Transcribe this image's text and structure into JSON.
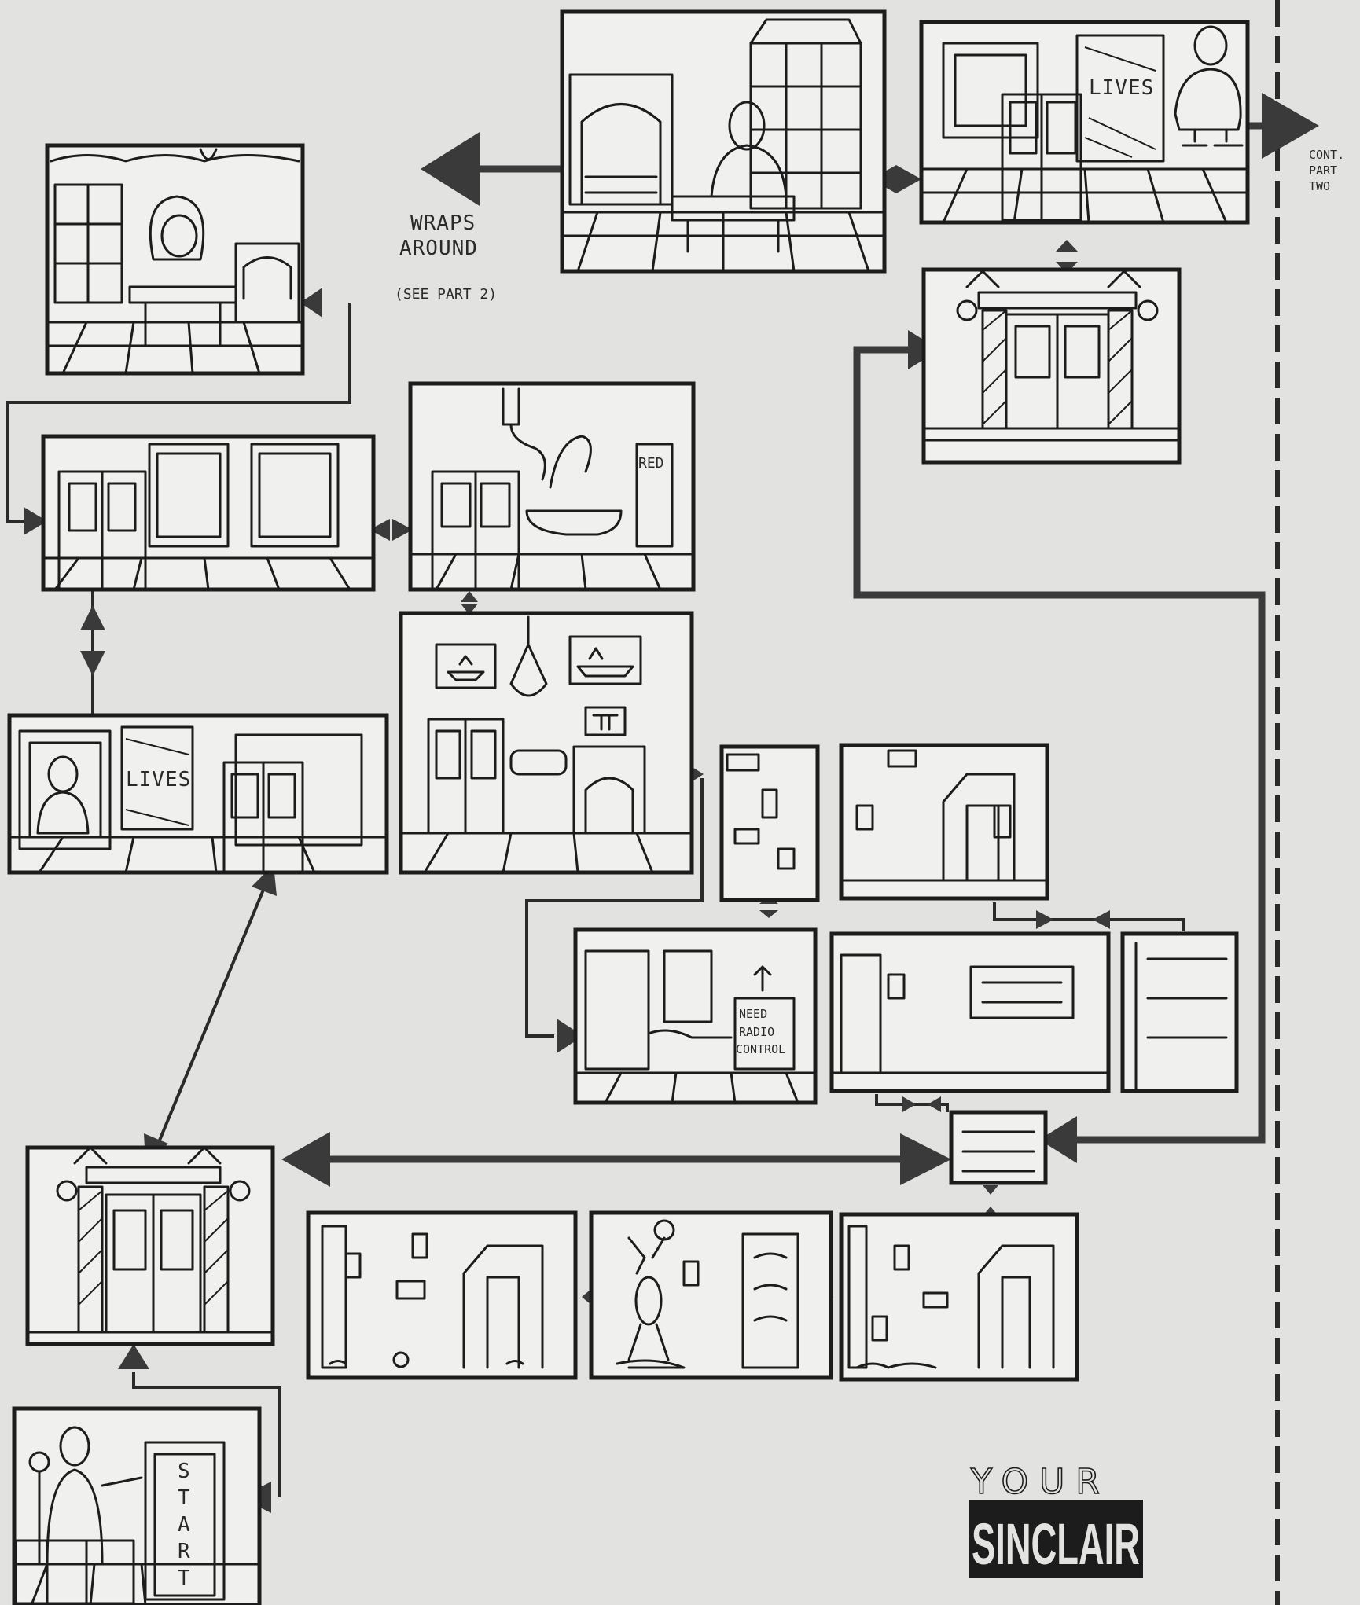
{
  "labels": {
    "wraps_line1": "WRAPS",
    "wraps_line2": "AROUND",
    "wraps_line3": "(SEE PART 2)",
    "cont_line1": "CONT.",
    "cont_line2": "PART",
    "cont_line3": "TWO"
  },
  "room_signs": {
    "lives": "LIVES",
    "red": "RED",
    "need": "NEED",
    "radio": "RADIO",
    "control": "CONTROL",
    "start": "START"
  },
  "logo": {
    "top": "YOUR",
    "main": "SINCLAIR"
  },
  "colors": {
    "paper": "#e2e2e0",
    "ink": "#1c1c1c",
    "path": "#3a3a3a"
  }
}
